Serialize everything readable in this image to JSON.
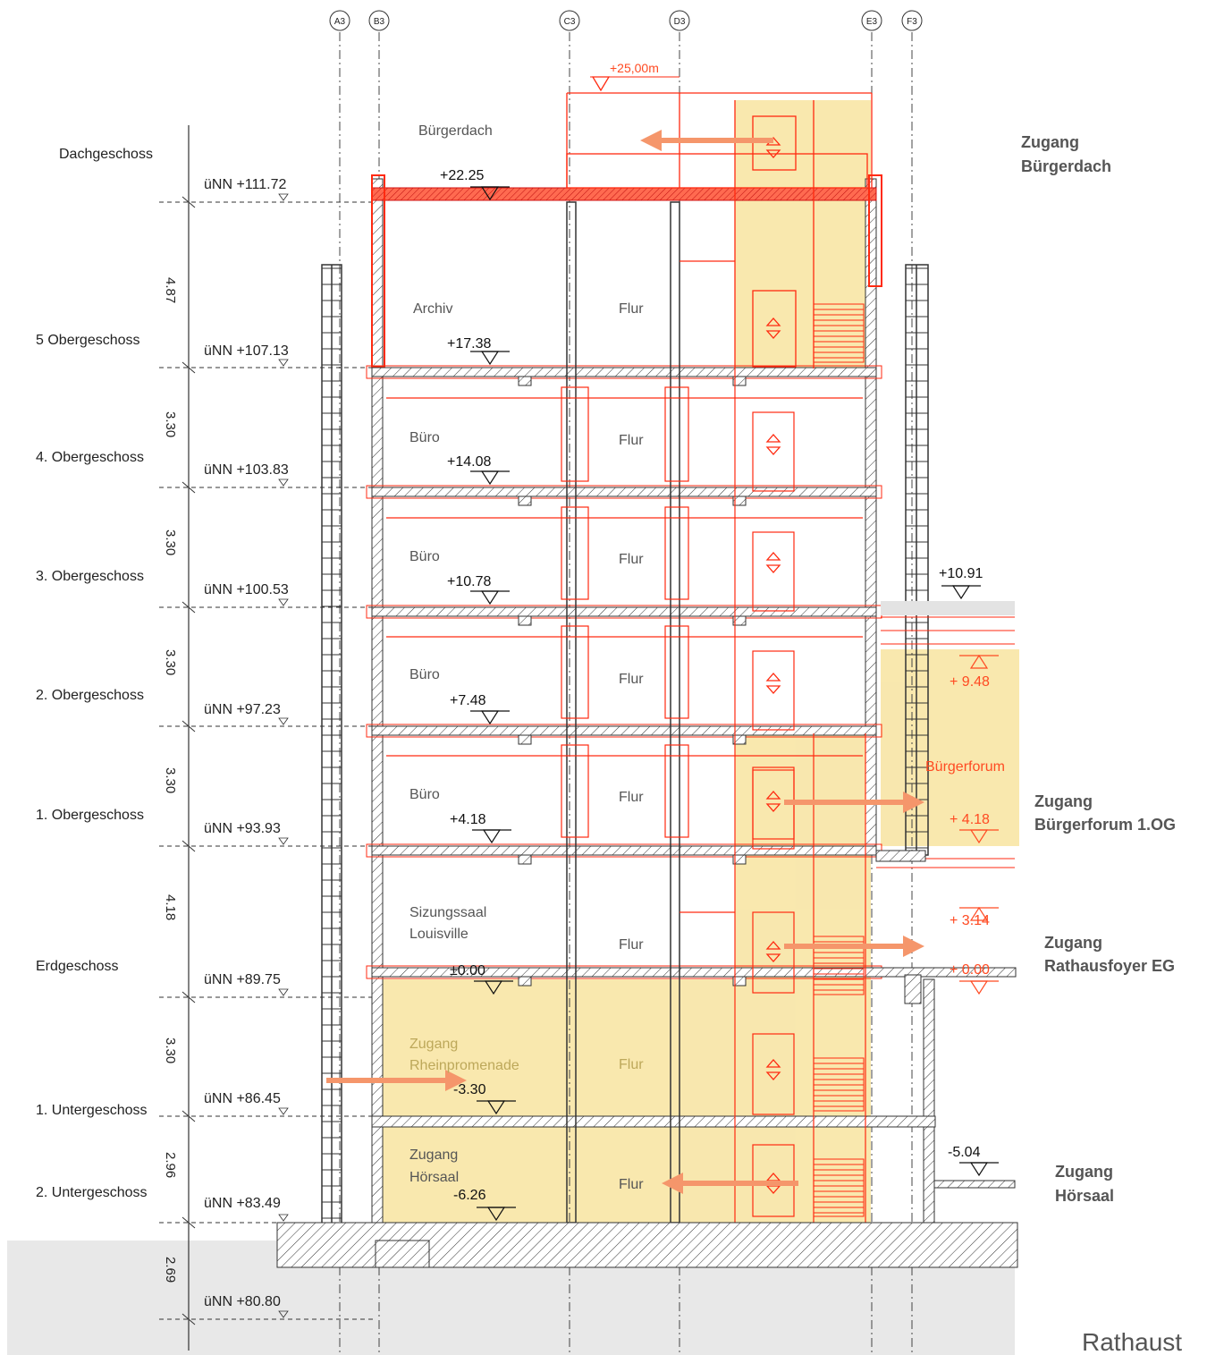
{
  "colors": {
    "highlight": "#f7e29a",
    "arrow": "#f5966b",
    "accent_red": "#ff3b1f",
    "ground": "#e8e8e8"
  },
  "axes": [
    "A3",
    "B3",
    "C3",
    "D3",
    "E3",
    "F3"
  ],
  "top_marker": "+25,00m",
  "floors": [
    {
      "name": "Dachgeschoss",
      "nn": "üNN +111.72"
    },
    {
      "name": "5 Obergeschoss",
      "nn": "üNN +107.13"
    },
    {
      "name": "4. Obergeschoss",
      "nn": "üNN +103.83"
    },
    {
      "name": "3. Obergeschoss",
      "nn": "üNN +100.53"
    },
    {
      "name": "2. Obergeschoss",
      "nn": "üNN +97.23"
    },
    {
      "name": "1. Obergeschoss",
      "nn": "üNN +93.93"
    },
    {
      "name": "Erdgeschoss",
      "nn": "üNN +89.75"
    },
    {
      "name": "1. Untergeschoss",
      "nn": "üNN +86.45"
    },
    {
      "name": "2. Untergeschoss",
      "nn": "üNN +83.49"
    },
    {
      "name": "",
      "nn": "üNN +80.80"
    }
  ],
  "heights": [
    "4.87",
    "3.30",
    "3.30",
    "3.30",
    "3.30",
    "4.18",
    "3.30",
    "2.96",
    "2.69"
  ],
  "elevations": [
    "+22.25",
    "+17.38",
    "+14.08",
    "+10.78",
    "+7.48",
    "+4.18",
    "±0.00",
    "-3.30",
    "-6.26"
  ],
  "rooms": {
    "roof": "Bürgerdach",
    "archiv": "Archiv",
    "buero": "Büro",
    "flur": "Flur",
    "saal_1": "Sizungssaal",
    "saal_2": "Louisville",
    "rhein_1": "Zugang",
    "rhein_2": "Rheinpromenade",
    "hoer_1": "Zugang",
    "hoer_2": "Hörsaal"
  },
  "right_elevations": {
    "top": "+10.91",
    "lower": "-5.04",
    "r948": "+ 9.48",
    "r418": "+ 4.18",
    "r314": "+ 3.14",
    "r000": "+ 0.00"
  },
  "buergerforum": "Bürgerforum",
  "access": [
    {
      "line1": "Zugang",
      "line2": "Bürgerdach"
    },
    {
      "line1": "Zugang",
      "line2": "Bürgerforum 1.OG"
    },
    {
      "line1": "Zugang",
      "line2": "Rathausfoyer EG"
    },
    {
      "line1": "Zugang",
      "line2": "Hörsaal"
    }
  ],
  "corner_title": "Rathaust"
}
